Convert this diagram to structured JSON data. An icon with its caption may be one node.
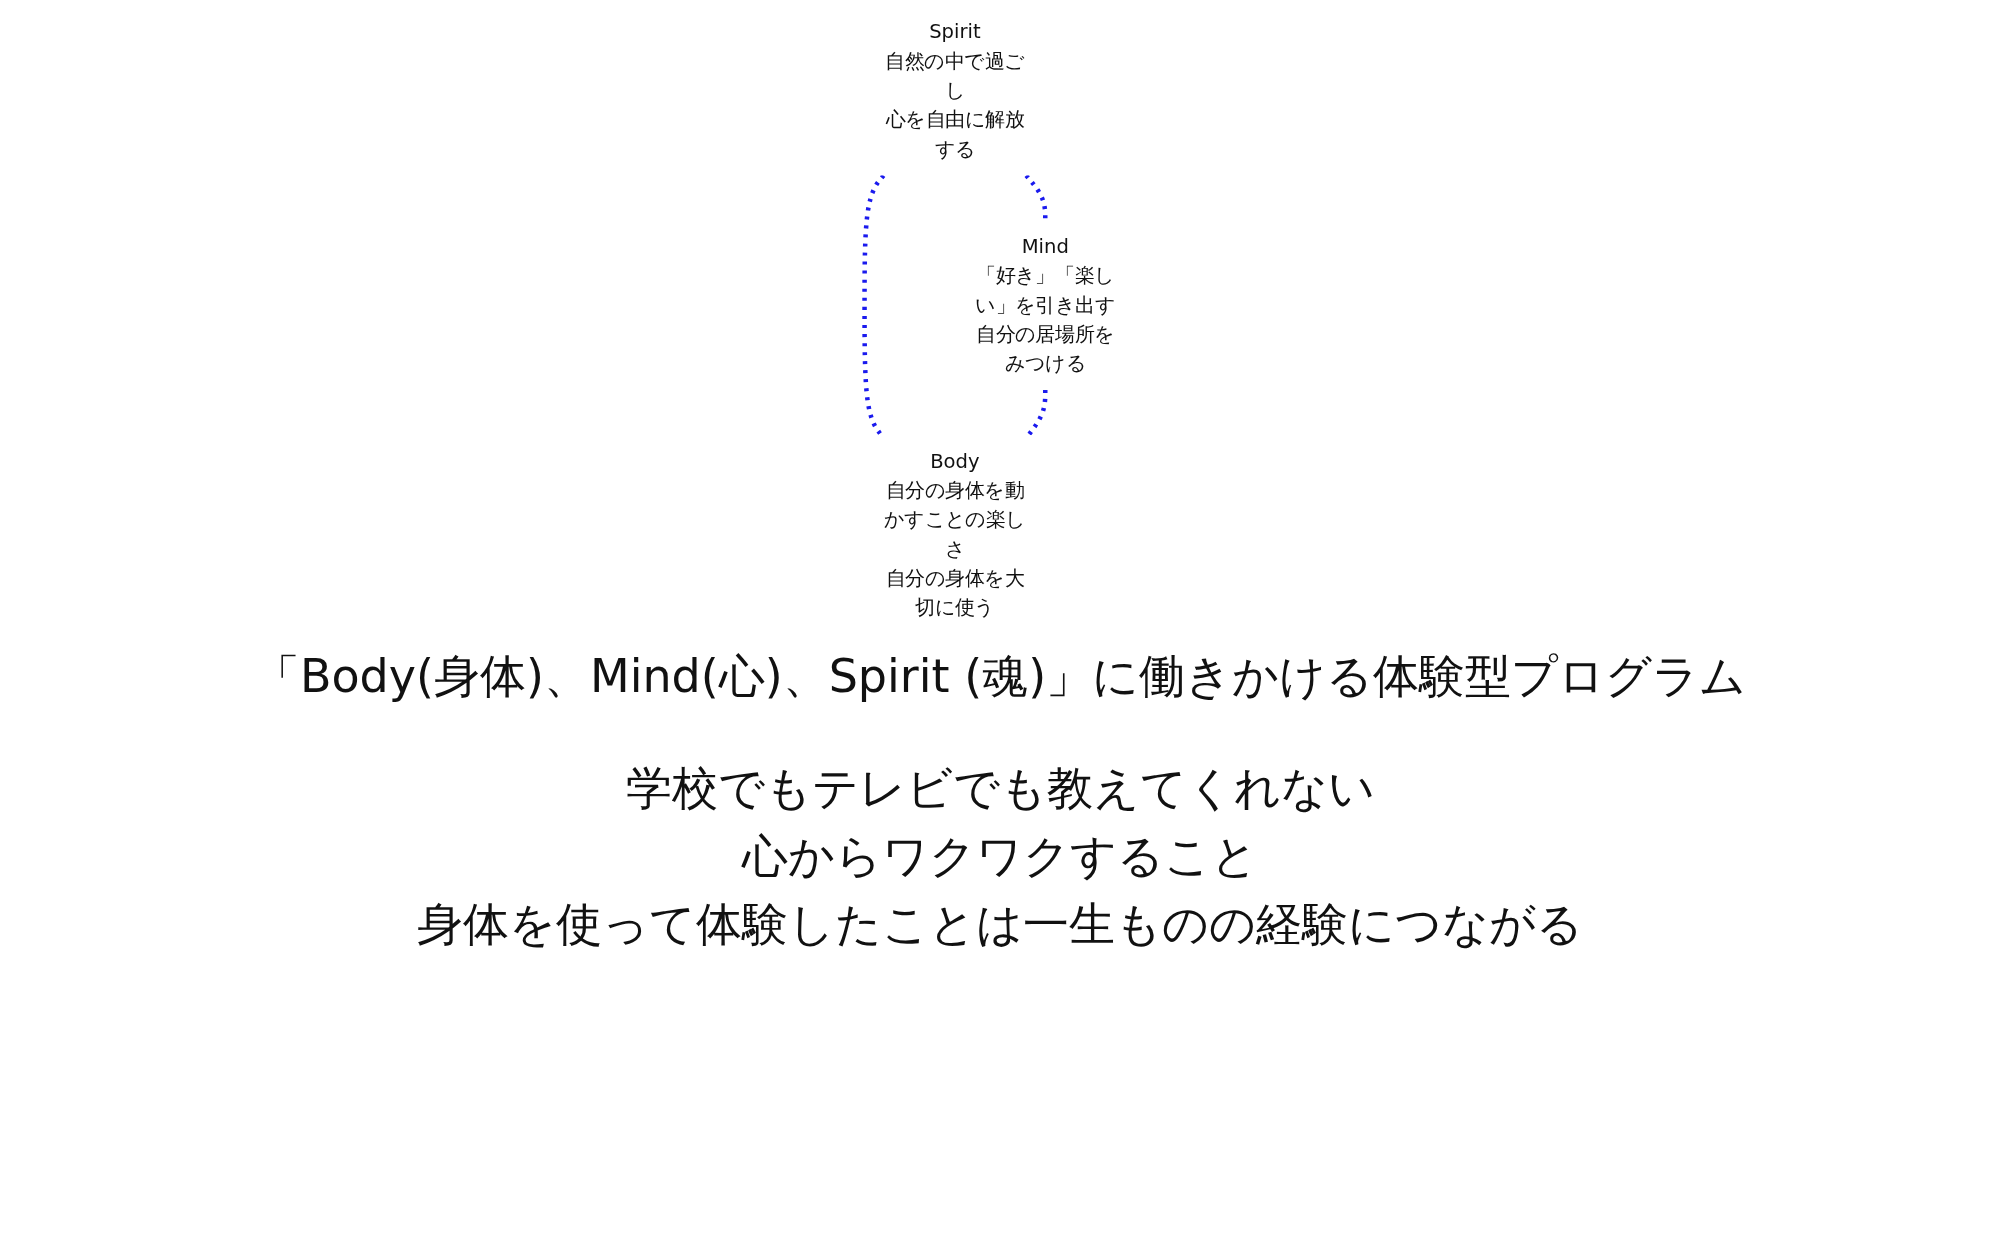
{
  "diagram": {
    "nodes": [
      {
        "text": [
          "Spirit",
          "自然の中で過ごし",
          "心を自由に解放する"
        ]
      },
      {
        "text": [
          "Mind",
          "「好き」「楽しい」を引き出す",
          "自分の居場所をみつける"
        ]
      },
      {
        "text": [
          "Body",
          "自分の身体を動かすことの楽しさ",
          "自分の身体を大切に使う"
        ]
      }
    ],
    "edges": [
      {
        "from": 0,
        "to": 1,
        "arrow": "none",
        "style": "dashed"
      },
      {
        "from": 0,
        "to": 2,
        "arrow": "none",
        "style": "dashed"
      },
      {
        "from": 1,
        "to": 2,
        "arrow": "none",
        "style": "dashed"
      }
    ],
    "labels": [
      "「Body(身体)、Mind(心)、Spirit (魂)」に働きかける体験型プログラム",
      "学校でもテレビでも教えてくれない",
      "心からワクワクすること",
      "身体を使って体験したことは一生ものの経験につながる"
    ]
  }
}
